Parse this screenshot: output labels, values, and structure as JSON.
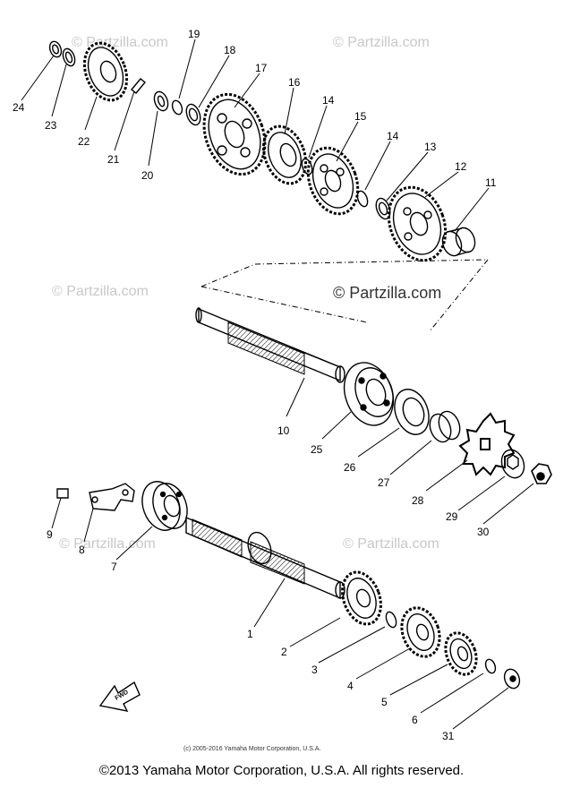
{
  "watermarks": {
    "light": "© Partzilla.com",
    "dark": "© Partzilla.com"
  },
  "fwd_label": "FWD",
  "small_copyright": "(c) 2005-2016 Yamaha Motor Corporation, U.S.A.",
  "footer_copyright": "©2013 Yamaha Motor Corporation, U.S.A. All rights reserved.",
  "callouts": {
    "c1": "1",
    "c2": "2",
    "c3": "3",
    "c4": "4",
    "c5": "5",
    "c6": "6",
    "c7": "7",
    "c8": "8",
    "c9": "9",
    "c10": "10",
    "c11": "11",
    "c12": "12",
    "c13": "13",
    "c14a": "14",
    "c14b": "14",
    "c15": "15",
    "c16": "16",
    "c17": "17",
    "c18": "18",
    "c19": "19",
    "c20": "20",
    "c21": "21",
    "c22": "22",
    "c23": "23",
    "c24": "24",
    "c25": "25",
    "c26": "26",
    "c27": "27",
    "c28": "28",
    "c29": "29",
    "c30": "30",
    "c31": "31"
  },
  "colors": {
    "line": "#000000",
    "watermark": "#c8c8c8"
  }
}
